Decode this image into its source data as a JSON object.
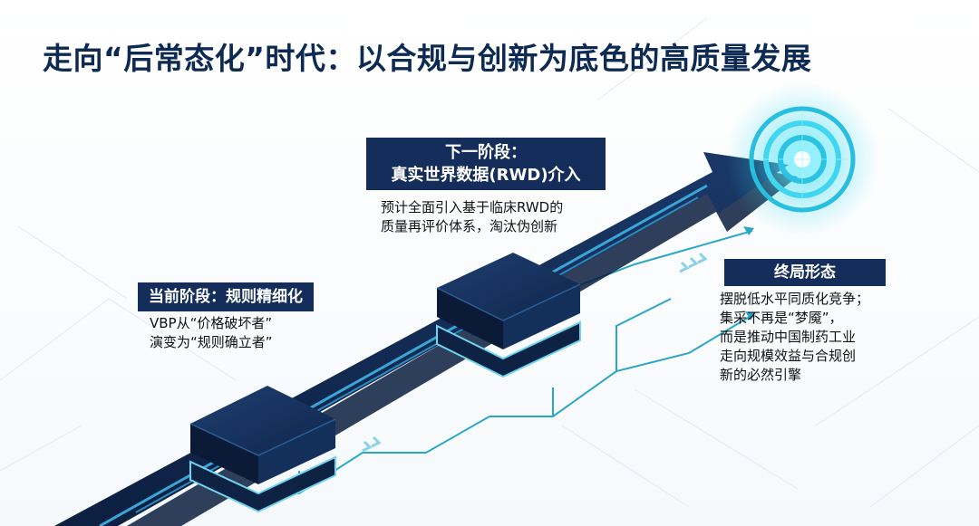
{
  "title": "走向“后常态化”时代：以合规与创新为底色的高质量发展",
  "stages": {
    "current": {
      "label": "当前阶段：规则精细化",
      "desc": [
        "VBP从“价格破坏者”",
        "演变为“规则确立者”"
      ]
    },
    "next": {
      "label": [
        "下一阶段：",
        "真实世界数据(RWD)介入"
      ],
      "desc": [
        "预计全面引入基于临床RWD的",
        "质量再评价体系，淘汰伪创新"
      ]
    },
    "end": {
      "label": "终局形态",
      "desc": [
        "摆脱低水平同质化竞争；",
        "集采不再是“梦魇”，",
        "而是推动中国制药工业",
        "走向规模效益与合规创",
        "新的必然引擎"
      ]
    }
  },
  "colors": {
    "title": "#0d2a52",
    "label_bg": "#152d5a",
    "arrow_dark": "#13284f",
    "glow_cyan": "#37d8f0"
  },
  "icons": [
    "target-icon",
    "chevron-arrows-icon"
  ]
}
